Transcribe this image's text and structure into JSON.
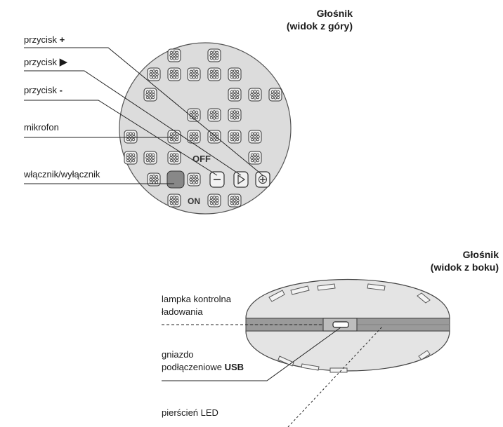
{
  "top_view": {
    "title_line1": "Głośnik",
    "title_line2": "(widok z góry)",
    "labels": {
      "plus": "przycisk",
      "plus_symbol": "+",
      "play": "przycisk",
      "play_symbol": "▶",
      "minus": "przycisk",
      "minus_symbol": "-",
      "microphone": "mikrofon",
      "power": "włącznik/wyłącznik"
    },
    "switch_off": "OFF",
    "switch_on": "ON"
  },
  "side_view": {
    "title_line1": "Głośnik",
    "title_line2": "(widok z boku)",
    "labels": {
      "charge_led_line1": "lampka kontrolna",
      "charge_led_line2": "ładowania",
      "usb_line1": "gniazdo",
      "usb_line2_prefix": "podłączeniowe ",
      "usb_line2_bold": "USB",
      "led_ring": "pierścień LED"
    }
  }
}
